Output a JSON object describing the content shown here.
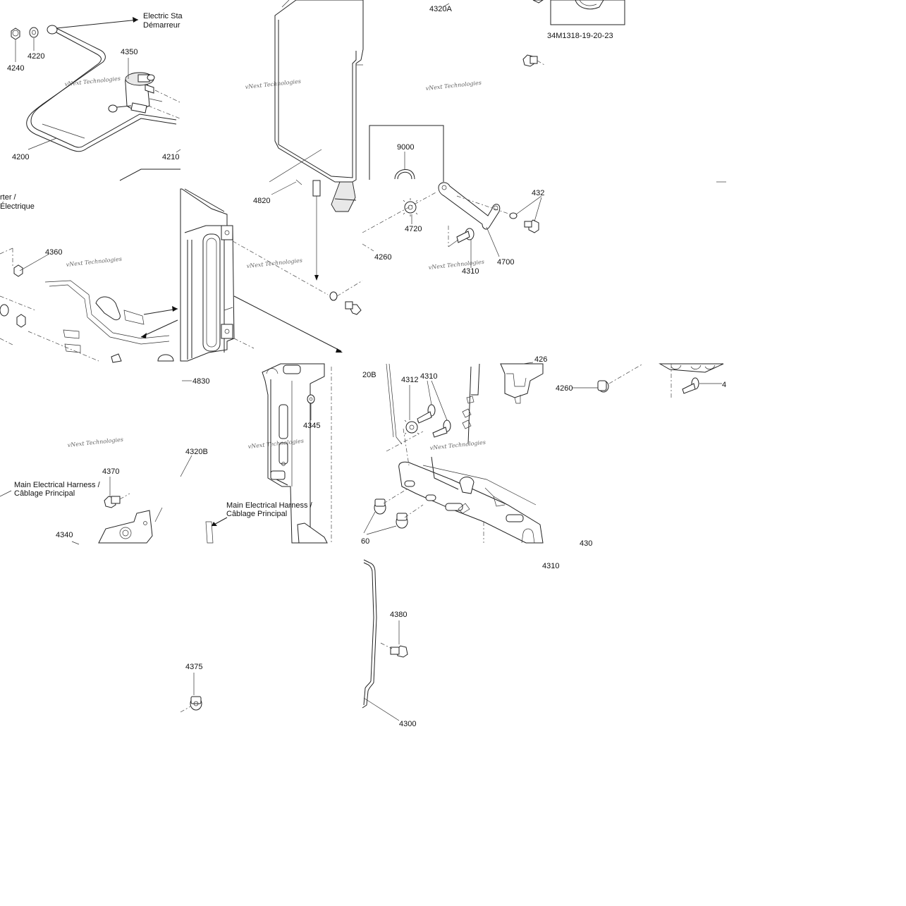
{
  "reference": "34M1318-19-20-23",
  "parts": {
    "p4240": "4240",
    "p4220": "4220",
    "p4350": "4350",
    "p4200": "4200",
    "p4210": "4210",
    "p4320A": "4320A",
    "p9000": "9000",
    "p4820": "4820",
    "p4720": "4720",
    "p432x": "432",
    "p4700": "4700",
    "p4260a": "4260",
    "p4360": "4360",
    "p4310a": "4310",
    "p4830": "4830",
    "p20B": "20B",
    "p4312": "4312",
    "p4310b": "4310",
    "p426x": "426",
    "p4260b": "4260",
    "p4right": "4",
    "p4345": "4345",
    "p4320B": "4320B",
    "p4370": "4370",
    "p4340": "4340",
    "p60": "60",
    "p430x": "430",
    "p4310c": "4310",
    "p4380": "4380",
    "p4375": "4375",
    "p4300": "4300"
  },
  "callouts": {
    "electric_starter_line1": "Electric Sta",
    "electric_starter_line2": "Démarreur",
    "starter_partial_line1": "rter /",
    "starter_partial_line2": "Électrique",
    "main_harness_left_line1": "Main Electrical Harness /",
    "main_harness_left_line2": "Câblage Principal",
    "main_harness_center_line1": "Main Electrical Harness /",
    "main_harness_center_line2": "Câblage Principal"
  },
  "watermark": "vNext Technologies"
}
